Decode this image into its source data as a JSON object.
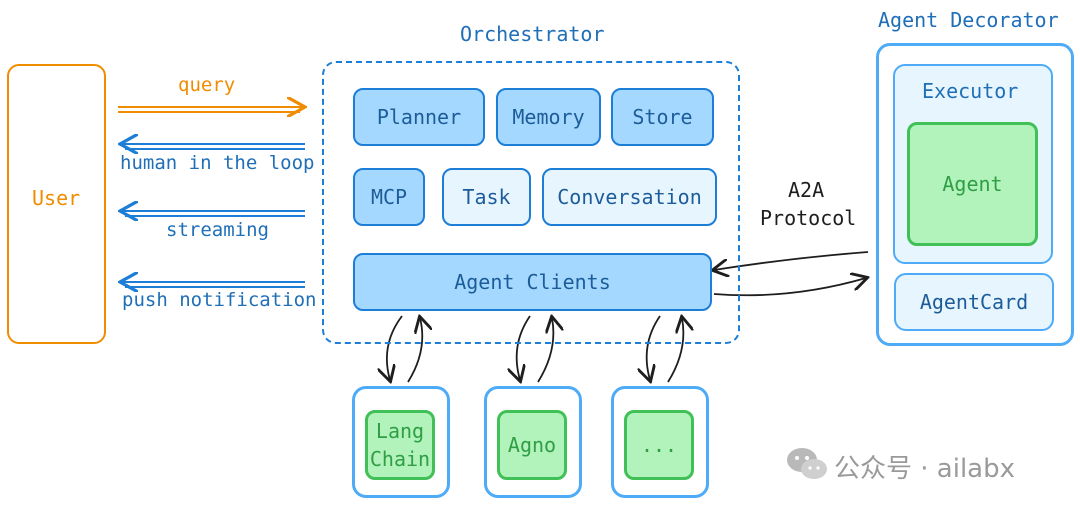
{
  "user": {
    "label": "User"
  },
  "left_arrows": {
    "query": "query",
    "human_in_the_loop": "human in the loop",
    "streaming": "streaming",
    "push_notification": "push notification"
  },
  "orchestrator": {
    "title": "Orchestrator",
    "planner": "Planner",
    "memory": "Memory",
    "store": "Store",
    "mcp": "MCP",
    "task": "Task",
    "conversation": "Conversation",
    "agent_clients": "Agent Clients"
  },
  "protocol": {
    "line1": "A2A",
    "line2": "Protocol"
  },
  "agent_decorator": {
    "title": "Agent Decorator",
    "executor": "Executor",
    "agent": "Agent",
    "agent_card": "AgentCard"
  },
  "frameworks": {
    "langchain_line1": "Lang",
    "langchain_line2": "Chain",
    "agno": "Agno",
    "more": "..."
  },
  "watermark": {
    "text": "公众号 · ailabx"
  },
  "colors": {
    "user": "#f08c00",
    "blue_text": "#1f6fb8",
    "box_fill": "#a5d8ff",
    "box_fill_light": "#e7f5ff",
    "agent_fill": "#b2f2bb",
    "agent_stroke": "#40c057"
  }
}
